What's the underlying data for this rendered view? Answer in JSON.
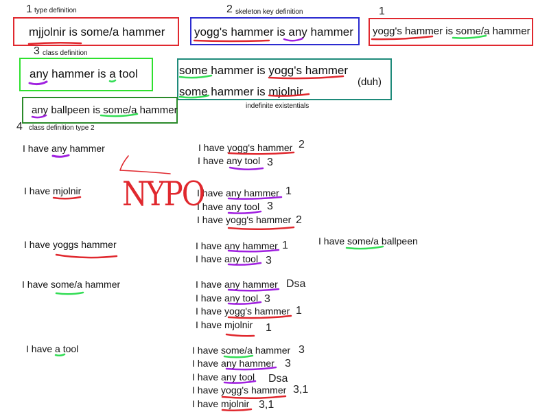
{
  "colors": {
    "red": "#e0282e",
    "blue": "#2b2bd0",
    "bright_green": "#2ee02e",
    "teal": "#1e8a7a",
    "dark_green": "#2a8a2a",
    "purple": "#a020e0",
    "green_underline": "#33dd55"
  },
  "sections": {
    "type_def": {
      "num": "1",
      "label": "type definition"
    },
    "skeleton_def": {
      "num": "2",
      "label": "skeleton key definition"
    },
    "class_def": {
      "num": "3",
      "label": "class definition"
    },
    "class_def2": {
      "num": "4",
      "label": "class definition type 2"
    },
    "right_num": "1",
    "indef_label": "indefinite existentials"
  },
  "boxes": {
    "b1": "mjjolnir is some/a hammer",
    "b2": "yogg's hammer is any hammer",
    "b3": "yogg's hammer is some/a hammer",
    "b4": "any hammer is a tool",
    "b5_line1": "some hammer is yogg's hammer",
    "b5_line2": "some hammer is mjolnir",
    "b5_note": "(duh)",
    "b6": "any ballpeen is some/a hammer"
  },
  "scribble": "NYPO",
  "left_column": [
    "I have any hammer",
    "I have mjolnir",
    "I have yoggs hammer",
    "I have some/a hammer",
    "I have a tool"
  ],
  "right_side_note": "I have some/a ballpeen",
  "middle_groups": [
    {
      "lines": [
        {
          "text": "I have yogg's hammer",
          "num": "2"
        },
        {
          "text": "I have any tool",
          "num": "3"
        }
      ]
    },
    {
      "lines": [
        {
          "text": "I have any hammer",
          "num": "1"
        },
        {
          "text": "I have any tool",
          "num": "3"
        },
        {
          "text": "I have yogg's hammer",
          "num": "2"
        }
      ]
    },
    {
      "lines": [
        {
          "text": "I have any hammer",
          "num": "1"
        },
        {
          "text": "I have any tool",
          "num": "3"
        }
      ]
    },
    {
      "lines": [
        {
          "text": "I have any hammer",
          "num": "Dsa"
        },
        {
          "text": "I have any tool",
          "num": "3"
        },
        {
          "text": "I have yogg's hammer",
          "num": "1"
        },
        {
          "text": "I have mjolnir",
          "num": "1"
        }
      ]
    },
    {
      "lines": [
        {
          "text": "I have some/a hammer",
          "num": "3"
        },
        {
          "text": "I have any hammer",
          "num": "3"
        },
        {
          "text": "I have any tool",
          "num": "Dsa"
        },
        {
          "text": "I have yogg's hammer",
          "num": "3,1"
        },
        {
          "text": "I have mjolnir",
          "num": "3,1"
        }
      ]
    }
  ]
}
